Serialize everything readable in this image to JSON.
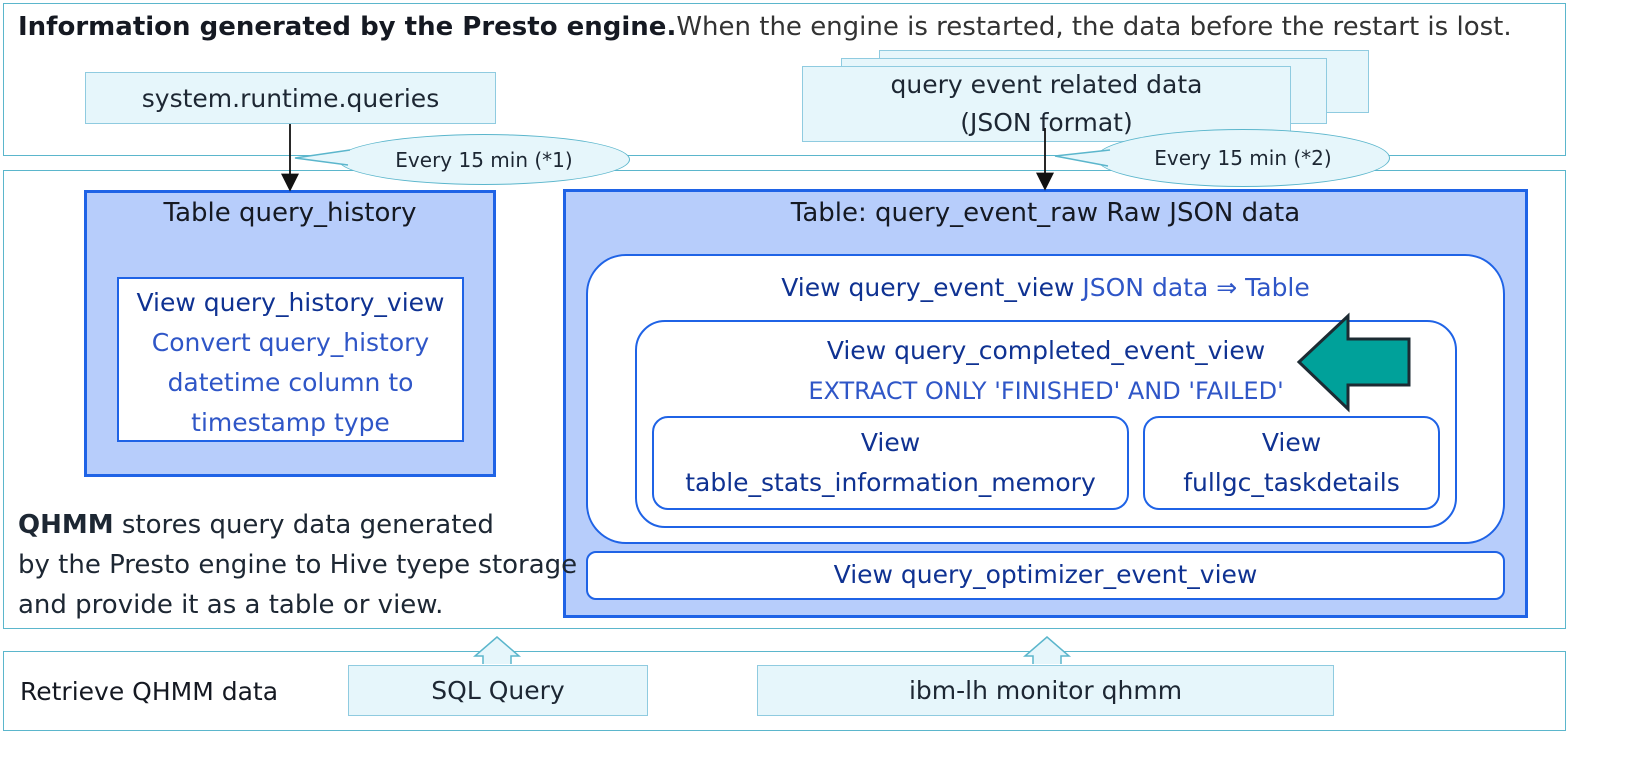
{
  "top": {
    "title_bold": "Information generated by the Presto engine.",
    "title_rest": "When the engine is restarted, the data before the restart is lost.",
    "source_queries": "system.runtime.queries",
    "source_events_line1": "query event related data",
    "source_events_line2": "(JSON format)"
  },
  "schedules": {
    "history": "Every 15 min (*1)",
    "events": "Every 15 min (*2)"
  },
  "history": {
    "table_title": "Table query_history",
    "view_name": "View query_history_view",
    "view_desc_1": "Convert query_history",
    "view_desc_2": "datetime column to",
    "view_desc_3": "timestamp type"
  },
  "event_raw": {
    "table_title": "Table: query_event_raw Raw JSON data",
    "event_view_name": "View query_event_view",
    "event_view_desc": "JSON data ⇒ Table",
    "completed_view_name": "View query_completed_event_view",
    "completed_view_desc": "EXTRACT ONLY 'FINISHED' AND 'FAILED'",
    "table_stats_line1": "View",
    "table_stats_line2": "table_stats_information_memory",
    "fullgc_line1": "View",
    "fullgc_line2": "fullgc_taskdetails",
    "optimizer_view": "View query_optimizer_event_view"
  },
  "qhmm_note": {
    "bold": "QHMM",
    "line1_rest": " stores query data generated",
    "line2": "by the Presto  engine to Hive tyepe storage",
    "line3": "and provide it as a table or view."
  },
  "retrieve": {
    "label": "Retrieve QHMM data",
    "sql": "SQL Query",
    "cli": "ibm-lh monitor qhmm"
  },
  "colors": {
    "band_border": "#5bb6cc",
    "light_fill": "#e6f6fb",
    "table_fill": "#b7cdfb",
    "table_border": "#1f63e6",
    "view_text_dark": "#0f3292",
    "view_text_light": "#2f56c7",
    "highlight_arrow": "#00a19a"
  }
}
